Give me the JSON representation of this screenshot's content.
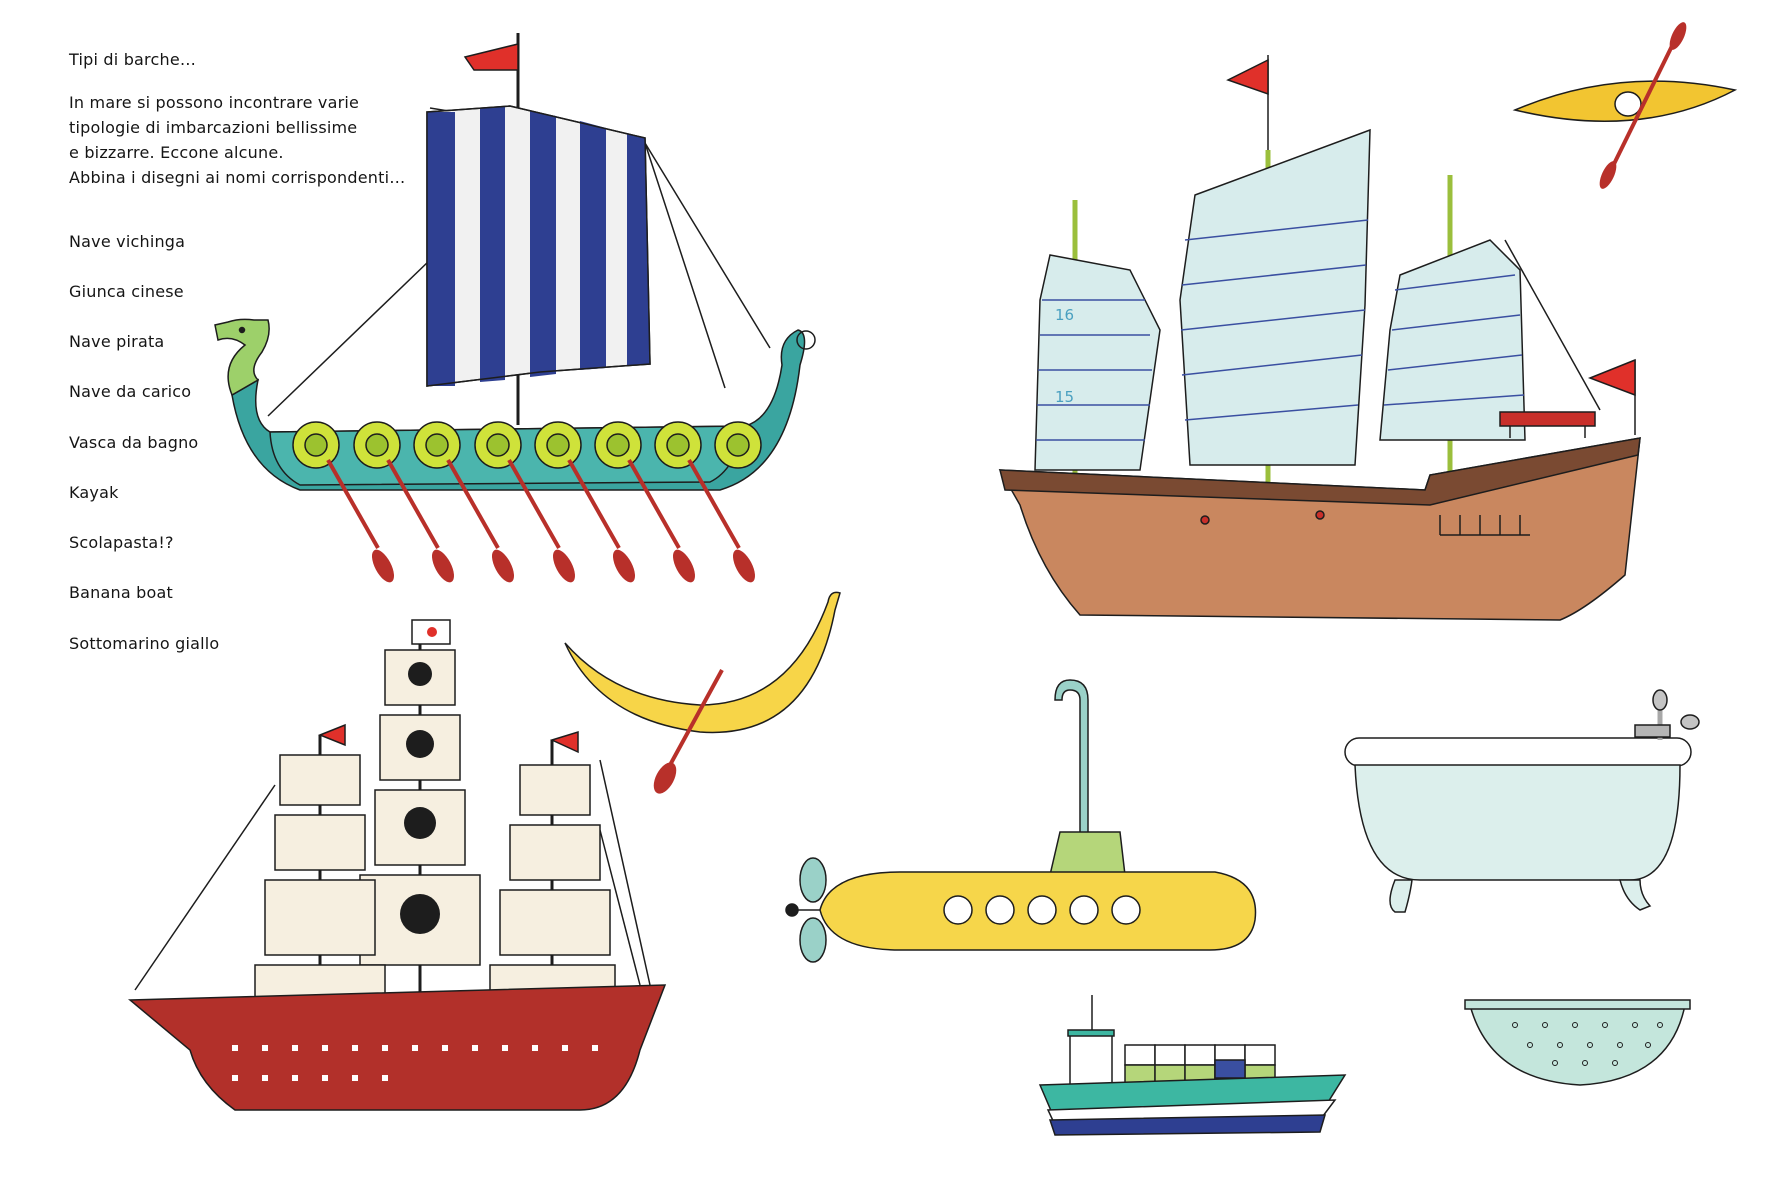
{
  "intro": {
    "title": "Tipi di barche…",
    "paragraph": [
      "In mare si possono incontrare varie",
      "tipologie di imbarcazioni bellissime",
      "e bizzarre. Eccone alcune.",
      "Abbina i disegni ai nomi corrispondenti…"
    ]
  },
  "boat_names": [
    "Nave vichinga",
    "Giunca cinese",
    "Nave pirata",
    "Nave da carico",
    "Vasca da bagno",
    "Kayak",
    "Scolapasta!?",
    "Banana boat",
    "Sottomarino giallo"
  ],
  "junk_sail_numbers": [
    "16",
    "15"
  ],
  "colors": {
    "viking_sail_stripe": "#2e3f91",
    "viking_hull": "#3aa5a0",
    "shield": "#cfe23a",
    "oar": "#b8302a",
    "pirate_hull": "#b2302a",
    "junk_hull": "#c9875f",
    "junk_sail": "#d7ecec",
    "flag": "#e0302a",
    "kayak": "#f2c531",
    "banana": "#f7d548",
    "submarine": "#f6d64a",
    "bathtub": "#dcefec",
    "colander": "#c4e6dc",
    "cargo_hull": "#3db7a2",
    "cargo_container_green": "#b5d67a"
  }
}
